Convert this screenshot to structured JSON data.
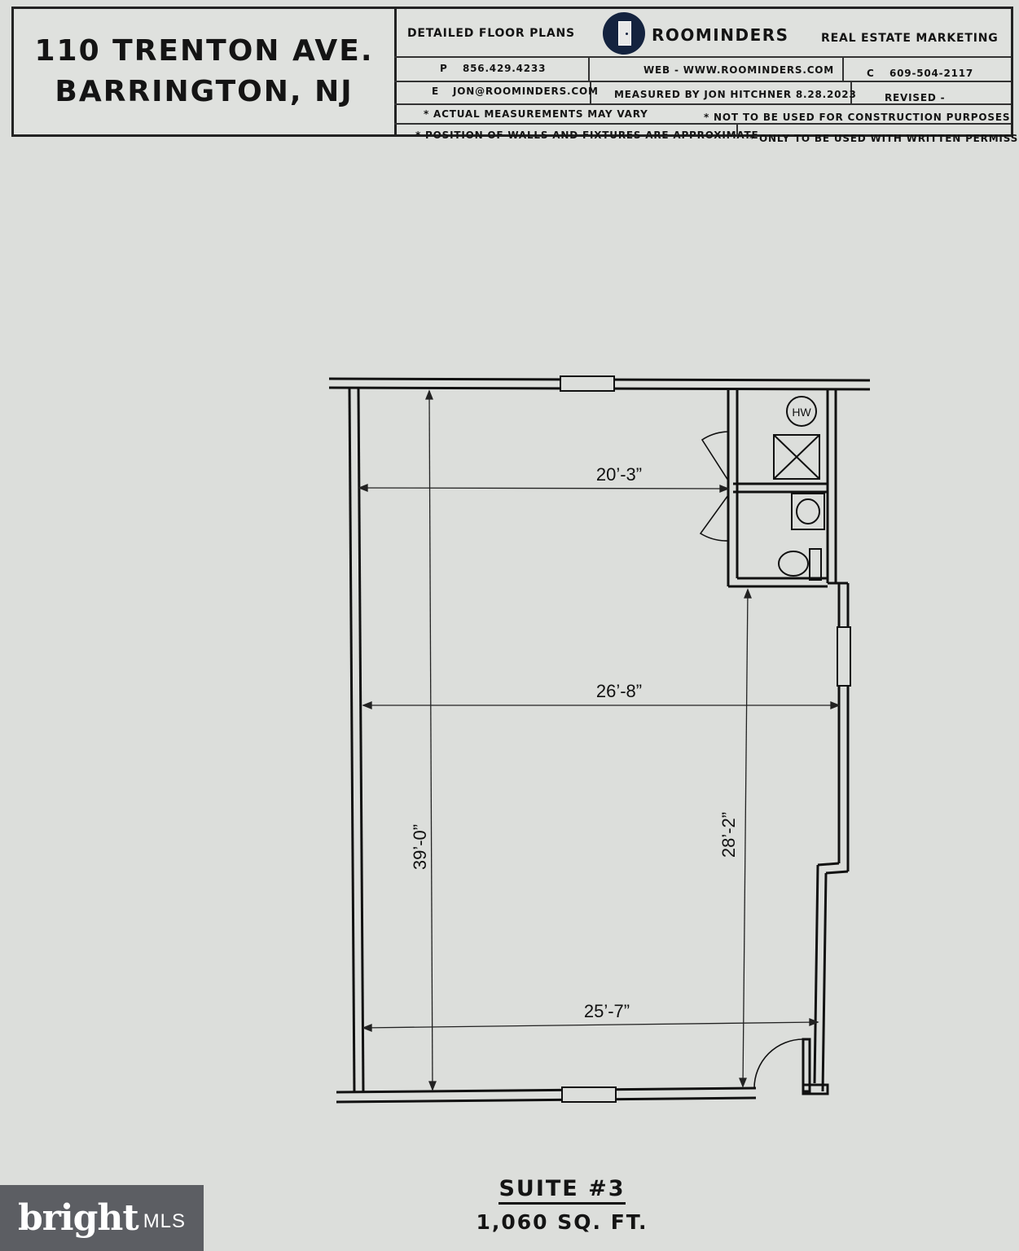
{
  "title_block": {
    "address_line1": "110 TRENTON AVE.",
    "address_line2": "BARRINGTON, NJ",
    "service": "DETAILED FLOOR PLANS",
    "brand": "ROOMINDERS",
    "tagline": "REAL ESTATE MARKETING",
    "phone_label": "P",
    "phone": "856.429.4233",
    "web": "WEB - WWW.ROOMINDERS.COM",
    "cell_label": "C",
    "cell": "609-504-2117",
    "email_label": "E",
    "email": "JON@ROOMINDERS.COM",
    "measured_by": "MEASURED BY JON HITCHNER 8.28.2023",
    "revised": "REVISED -",
    "note1": "* ACTUAL MEASUREMENTS MAY VARY",
    "note2": "* NOT TO BE USED FOR CONSTRUCTION PURPOSES",
    "note3": "* POSITION OF WALLS AND FIXTURES ARE APPROXIMATE",
    "note4": "* ONLY TO BE USED WITH WRITTEN PERMISSION"
  },
  "plan": {
    "dimensions": {
      "top_width": "20’-3”",
      "mid_width": "26’-8”",
      "bottom_width": "25’-7”",
      "left_length": "39’-0”",
      "right_length": "28’-2”"
    },
    "fixture_hw": "HW"
  },
  "suite": {
    "name": "SUITE #3",
    "area": "1,060 SQ. FT."
  },
  "watermark": {
    "brand": "bright",
    "suffix": "MLS"
  },
  "colors": {
    "paper": "#dcdedb",
    "ink": "#141414",
    "logo": "#14233f",
    "watermark_bg": "#5c5e63"
  }
}
